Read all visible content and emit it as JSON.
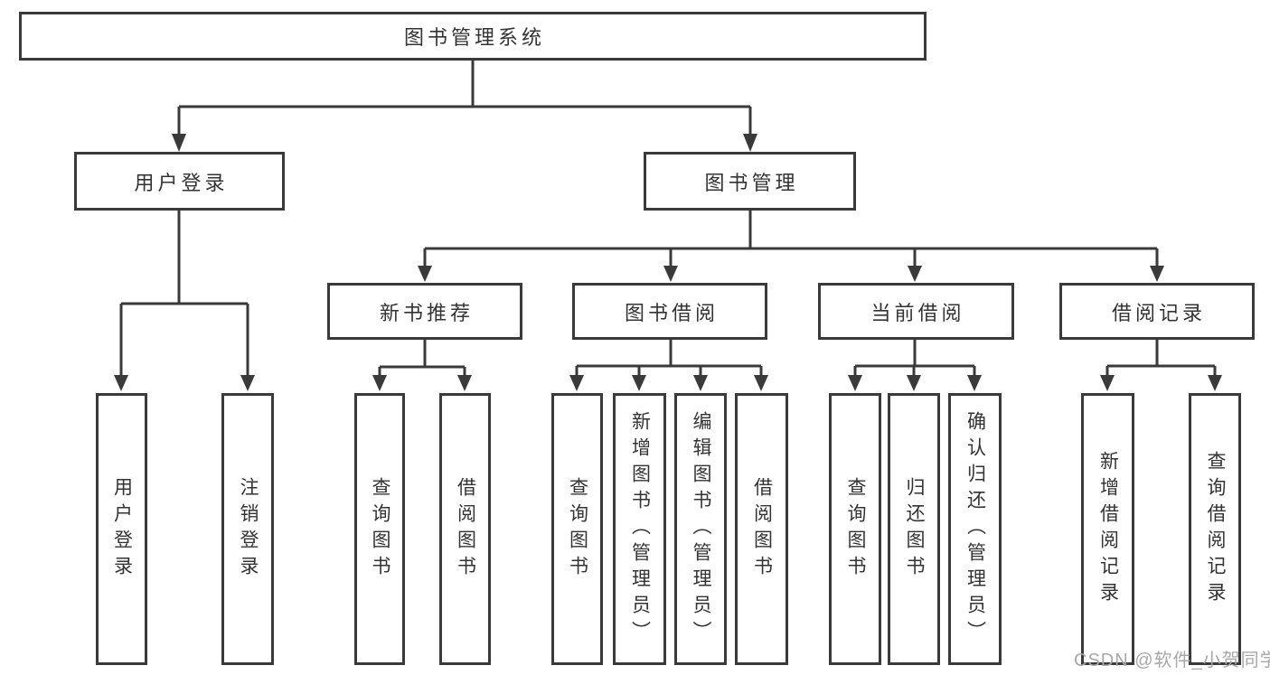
{
  "nodes": {
    "root": "图书管理系统",
    "level2": [
      "用户登录",
      "图书管理"
    ],
    "level3": [
      "新书推荐",
      "图书借阅",
      "当前借阅",
      "借阅记录"
    ],
    "leaves": [
      "用户登录",
      "注销登录",
      "查询图书",
      "借阅图书",
      "查询图书",
      "新增图书（管理员）",
      "编辑图书（管理员）",
      "借阅图书",
      "查询图书",
      "归还图书",
      "确认归还（管理员）",
      "新增借阅记录",
      "查询借阅记录"
    ]
  },
  "watermark": "CSDN @软件_小贺同学",
  "colors": {
    "line": "#3a3a3a",
    "text": "#333333",
    "background": "#ffffff",
    "watermark": "#a8a8a8"
  }
}
